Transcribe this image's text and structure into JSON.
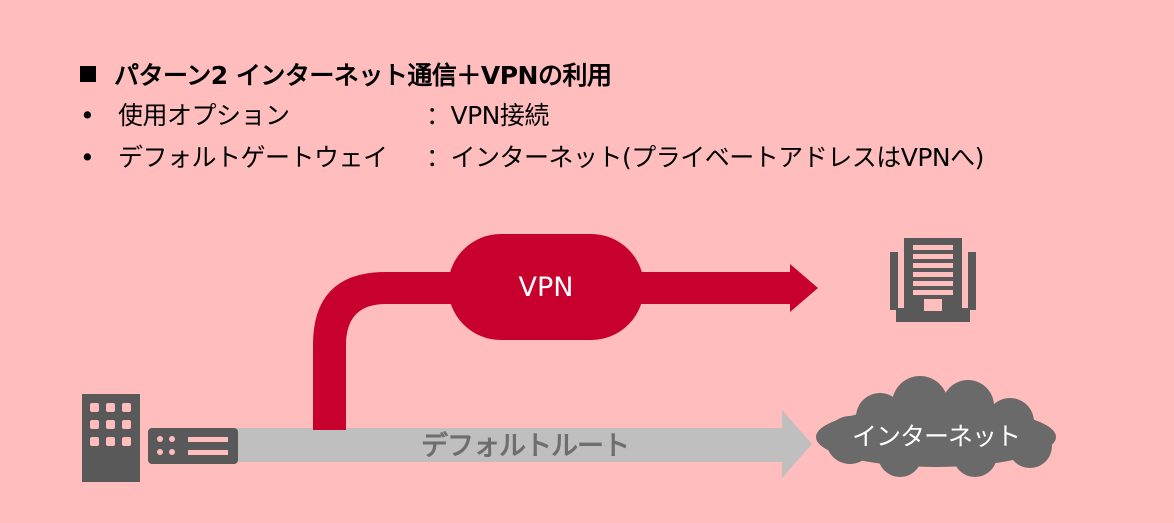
{
  "heading": {
    "marker": "■",
    "text": "パターン2 インターネット通信＋VPNの利用"
  },
  "options": [
    {
      "bullet": "•",
      "key": "使用オプション",
      "value": "：VPN接続"
    },
    {
      "bullet": "•",
      "key": "デフォルトゲートウェイ",
      "value": "：インターネット(プライベートアドレスはVPNへ)"
    }
  ],
  "diagram": {
    "vpn_label": "VPN",
    "default_route_label": "デフォルトルート",
    "internet_label": "インターネット",
    "colors": {
      "vpn": "#C8002E",
      "route": "#BFBFBF",
      "icon": "#595959",
      "background": "#FFBDBD"
    },
    "icons": [
      "office-building-icon",
      "server-icon",
      "datacenter-building-icon",
      "cloud-icon"
    ]
  }
}
